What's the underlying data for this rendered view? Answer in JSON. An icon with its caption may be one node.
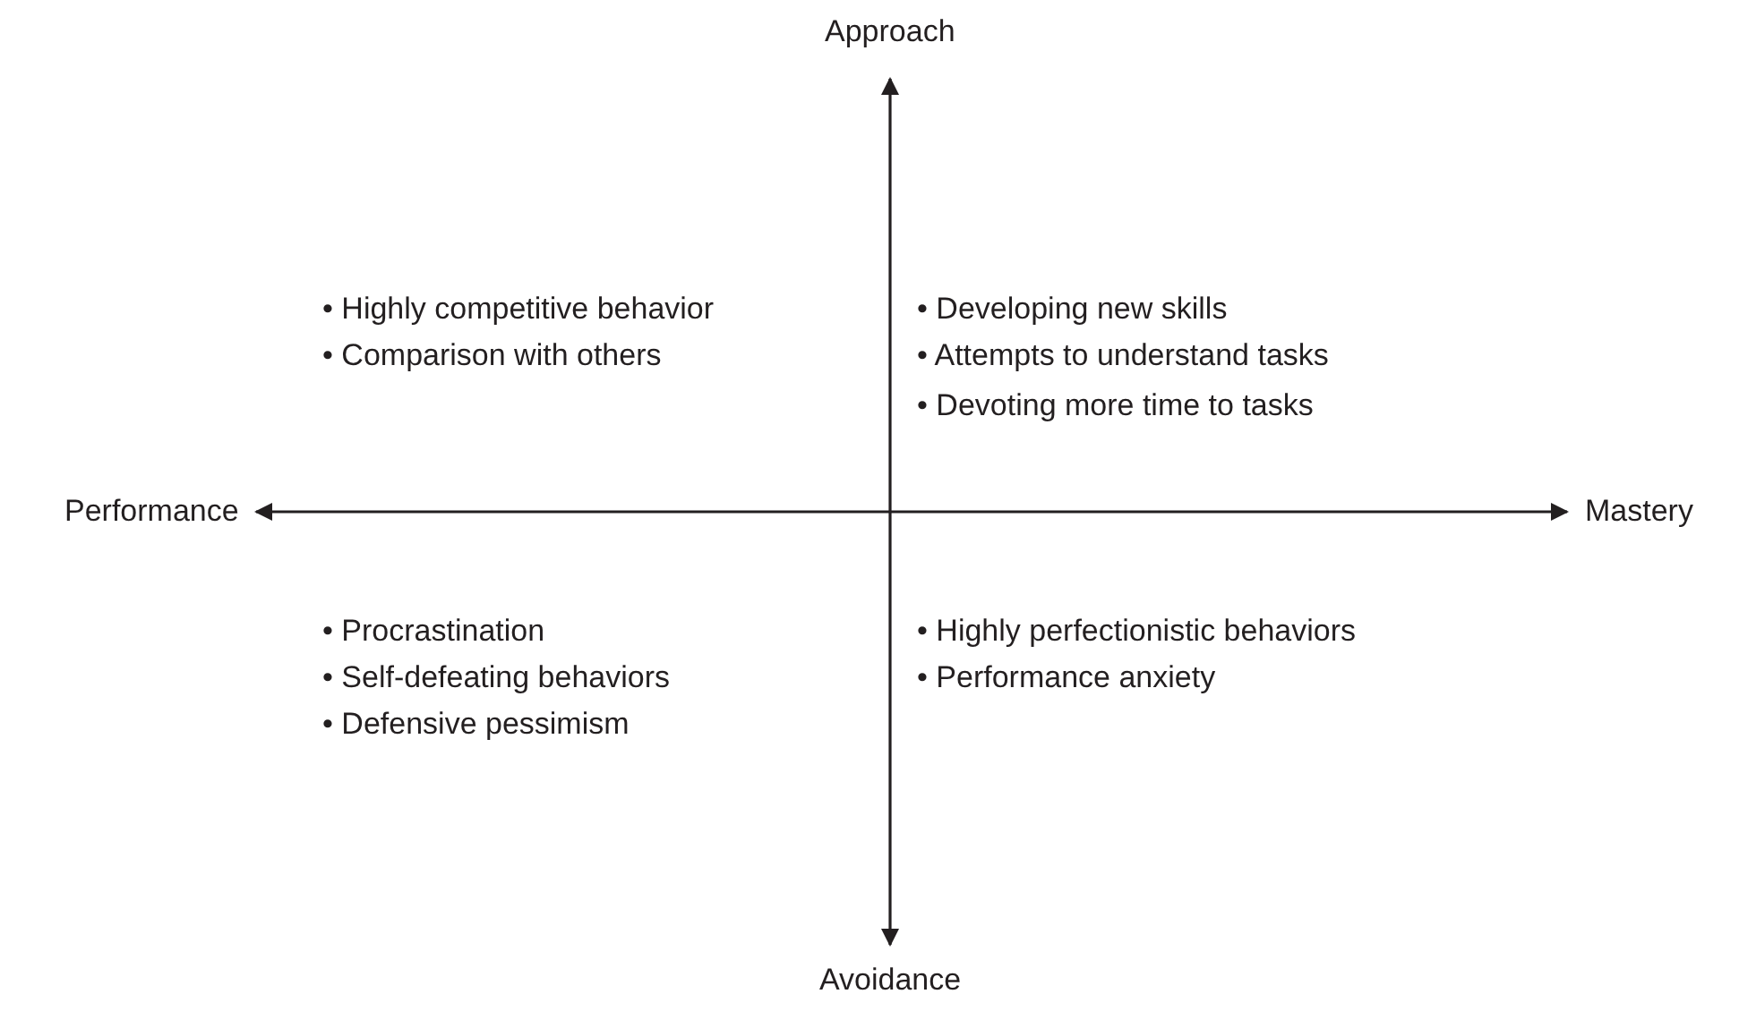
{
  "diagram": {
    "labels": [
      "Approach",
      "• Highly competitive behavior",
      "• Comparison with others",
      "• Developing new skills",
      "• Attempts to understand tasks",
      "• Devoting more time to tasks",
      "Performance",
      "Mastery",
      "• Procrastination",
      "• Self-defeating behaviors",
      "• Defensive pessimism",
      "• Highly perfectionistic behaviors",
      "• Performance anxiety",
      "Avoidance"
    ]
  }
}
